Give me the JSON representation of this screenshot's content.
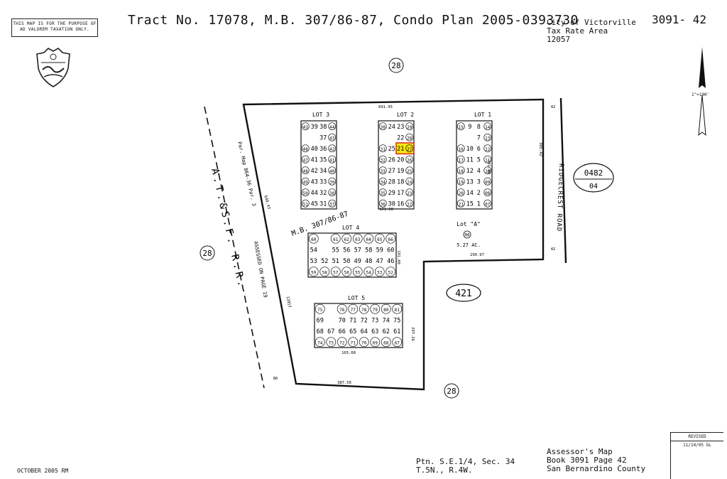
{
  "header": {
    "notice": "THIS MAP IS FOR THE PURPOSE OF AD VALOREM TAXATION ONLY.",
    "title": "Tract No. 17078, M.B. 307/86-87, Condo Plan 2005-0393730",
    "city_line1": "City of Victorville",
    "city_line2": "Tax Rate Area",
    "city_line3": "12057",
    "page_number": "3091- 42",
    "scale": "1\"=100'"
  },
  "map": {
    "page_circles": [
      "28",
      "28",
      "28"
    ],
    "parcel_421": "421",
    "book_ref_top": "0482",
    "book_ref_bottom": "04",
    "railroad": "A.T.&S.F. R.R.",
    "assessed_note": "ASSESSED ON PAGE 19",
    "par_map": "Par. Map 864-36 Par. 3",
    "mb_note": "M.B. 307/86-87",
    "street": "RIDGECREST ROAD",
    "lot_a_label": "Lot \"A\"",
    "lot_a_parcel": "06",
    "lot_a_area": "5.27 AC.",
    "dims": [
      "691.95",
      "305.42",
      "290.97",
      "103.08",
      "191.08",
      "103.08",
      "191.08",
      "297.26",
      "387.56",
      "648.43",
      "12857",
      "42",
      "42",
      "86"
    ],
    "lots": [
      {
        "name": "LOT 3",
        "rows": [
          [
            "43",
            "39",
            "38",
            "44"
          ],
          [
            "",
            "",
            "37",
            "43"
          ],
          [
            "48",
            "40",
            "36",
            "42"
          ],
          [
            "47",
            "41",
            "35",
            "41"
          ],
          [
            "48",
            "42",
            "34",
            "40"
          ],
          [
            "49",
            "43",
            "33",
            "39"
          ],
          [
            "50",
            "44",
            "32",
            "38"
          ],
          [
            "51",
            "45",
            "31",
            "37"
          ]
        ]
      },
      {
        "name": "LOT 2",
        "rows": [
          [
            "30",
            "24",
            "23",
            "29"
          ],
          [
            "",
            "",
            "22",
            "28"
          ],
          [
            "31",
            "25",
            "21",
            "27"
          ],
          [
            "32",
            "26",
            "20",
            "26"
          ],
          [
            "33",
            "27",
            "19",
            "25"
          ],
          [
            "34",
            "28",
            "18",
            "24"
          ],
          [
            "35",
            "29",
            "17",
            "23"
          ],
          [
            "36",
            "30",
            "16",
            "22"
          ]
        ]
      },
      {
        "name": "LOT 1",
        "rows": [
          [
            "15",
            "9",
            "8",
            "14"
          ],
          [
            "",
            "",
            "7",
            "13"
          ],
          [
            "16",
            "10",
            "6",
            "12"
          ],
          [
            "17",
            "11",
            "5",
            "11"
          ],
          [
            "18",
            "12",
            "4",
            "10"
          ],
          [
            "19",
            "13",
            "3",
            "09"
          ],
          [
            "20",
            "14",
            "2",
            "08"
          ],
          [
            "21",
            "15",
            "1",
            "07"
          ]
        ]
      },
      {
        "name": "LOT 4",
        "rows": [
          [
            "60",
            "",
            "61",
            "62",
            "63",
            "64",
            "65",
            "66"
          ],
          [
            "54",
            "",
            "55",
            "56",
            "57",
            "58",
            "59",
            "60"
          ],
          [
            "53",
            "52",
            "51",
            "50",
            "49",
            "48",
            "47",
            "46"
          ],
          [
            "59",
            "58",
            "57",
            "56",
            "55",
            "54",
            "53",
            "52"
          ]
        ]
      },
      {
        "name": "LOT 5",
        "rows": [
          [
            "75",
            "",
            "76",
            "77",
            "78",
            "79",
            "80",
            "81"
          ],
          [
            "69",
            "",
            "70",
            "71",
            "72",
            "73",
            "74",
            "75"
          ],
          [
            "68",
            "67",
            "66",
            "65",
            "64",
            "63",
            "62",
            "61"
          ],
          [
            "74",
            "73",
            "72",
            "71",
            "70",
            "69",
            "68",
            "67"
          ]
        ]
      }
    ]
  },
  "footer": {
    "date": "OCTOBER 2005 RM",
    "ptn_line1": "Ptn. S.E.1/4, Sec. 34",
    "ptn_line2": "T.5N., R.4W.",
    "assessor_line1": "Assessor's Map",
    "assessor_line2": "Book 3091 Page 42",
    "assessor_line3": "San Bernardino County",
    "revised_label": "REVISED",
    "revised_date": "11/14/05 GL"
  },
  "colors": {
    "highlight": "#f6e60c",
    "highlight_border": "#d21a1a",
    "ink": "#111111"
  }
}
